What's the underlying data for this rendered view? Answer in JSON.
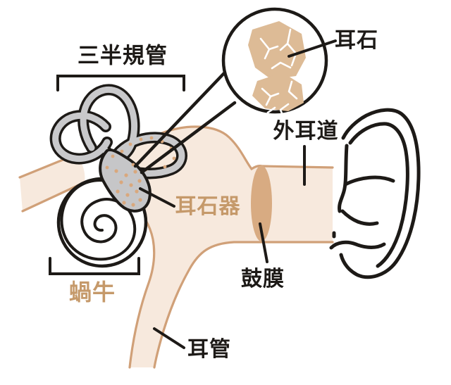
{
  "diagram": {
    "subject": "ear-anatomy-illustration",
    "labels": {
      "semicircular_canals": "三半規管",
      "otolith": "耳石",
      "external_auditory_canal": "外耳道",
      "otolith_organ": "耳石器",
      "cochlea": "蝸牛",
      "eardrum": "鼓膜",
      "eustachian_tube": "耳管"
    },
    "colors": {
      "background": "#ffffff",
      "ink_outline": "#1d1a17",
      "cavity_beige_fill": "#f7e9dd",
      "tan_outline": "#d0a078",
      "inner_ear_gray": "#c9c9cb",
      "eardrum_fill": "#d8ab82",
      "otolith_rock_fill": "#ddbb96",
      "otolith_dot": "#d9a87d",
      "accent_label_text": "#c5996a"
    }
  }
}
